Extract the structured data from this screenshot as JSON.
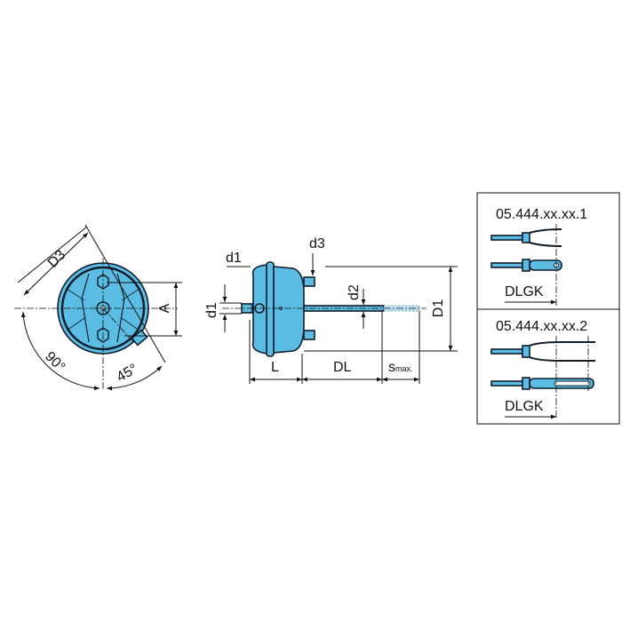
{
  "colors": {
    "part_fill": "#5bbde3",
    "outline": "#0f1c2a",
    "ghost": "#bfe3f3"
  },
  "front_view": {
    "d3": "D3",
    "a": "A",
    "angle_90": "90°",
    "angle_45": "45°"
  },
  "side_view": {
    "d1_top": "d1",
    "d3": "d3",
    "d1_side": "d1",
    "d2": "d2",
    "d1_diameter": "D1",
    "l": "L",
    "dl": "DL",
    "s": "s",
    "s_sub": "max."
  },
  "variants": [
    {
      "part_number": "05.444.xx.xx.1",
      "dim_label": "DLGK"
    },
    {
      "part_number": "05.444.xx.xx.2",
      "dim_label": "DLGK"
    }
  ]
}
